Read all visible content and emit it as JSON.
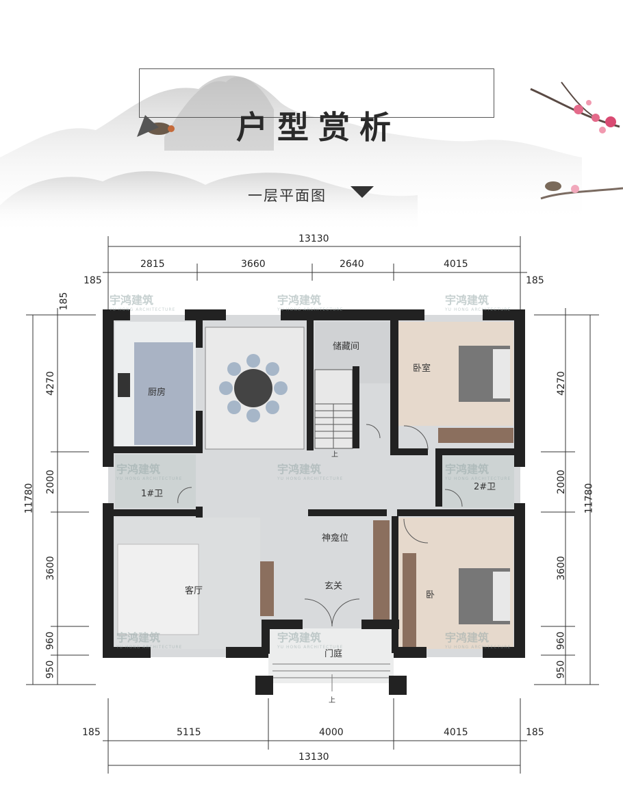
{
  "header": {
    "title": "户型赏析",
    "subtitle": "一层平面图"
  },
  "watermark": {
    "name": "宇鸿建筑",
    "sub": "YU HONG ARCHITECTURE"
  },
  "dimensions": {
    "top_total": "13130",
    "top_segments": [
      "2815",
      "3660",
      "2640",
      "4015"
    ],
    "top_corners": [
      "185",
      "185"
    ],
    "bottom_total": "13130",
    "bottom_segments": [
      "5115",
      "4000",
      "4015"
    ],
    "bottom_corners": [
      "185",
      "185"
    ],
    "left_total": "11780",
    "left_segments": [
      "4270",
      "2000",
      "3600",
      "960",
      "950"
    ],
    "left_top": "185",
    "right_total": "11780",
    "right_segments": [
      "4270",
      "2000",
      "3600",
      "960",
      "950"
    ]
  },
  "rooms": {
    "kitchen": "厨房",
    "storage": "储藏间",
    "bedroom1": "卧室",
    "bath1": "1#卫",
    "bath2": "2#卫",
    "shrine": "神龛位",
    "living": "客厅",
    "foyer": "玄关",
    "bedroom2": "卧",
    "entry_court": "门庭",
    "stair_up": "上",
    "steps_up": "上"
  }
}
